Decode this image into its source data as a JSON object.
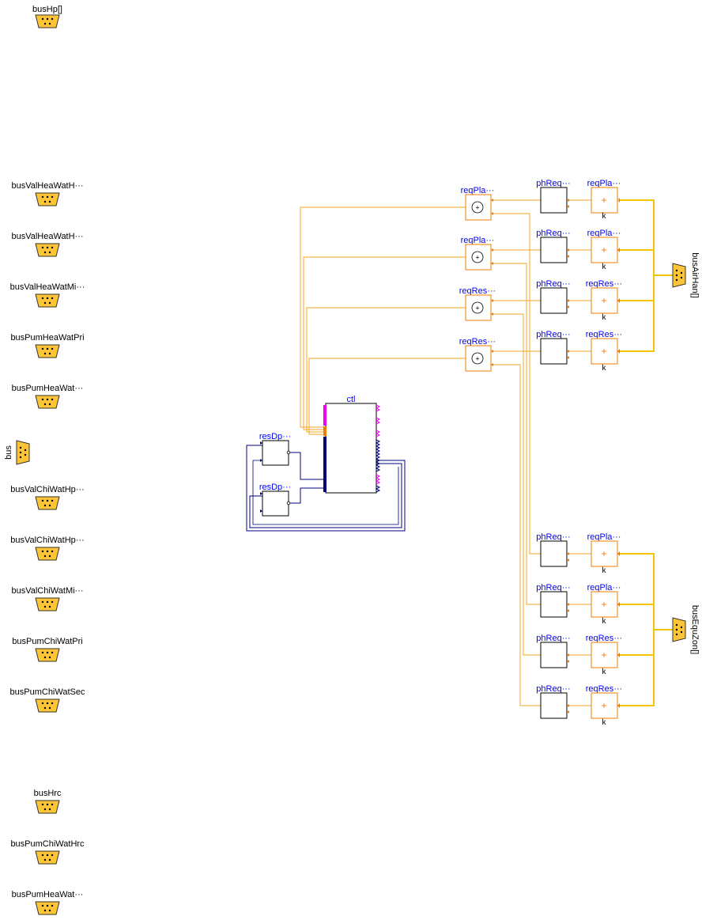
{
  "colors": {
    "bus_fill": "#fdc536",
    "bus_stroke": "#333333",
    "blue_label": "#0000ff",
    "orange": "#f07c00",
    "orange_light": "#f5a623",
    "yellow_bus_line": "#f5c400",
    "navy": "#00007f",
    "magenta": "#ee00ee",
    "block_stroke": "#000000"
  },
  "left_buses": [
    {
      "label": "busHp[]"
    },
    {
      "label": "busValHeaWatH···"
    },
    {
      "label": "busValHeaWatH···"
    },
    {
      "label": "busValHeaWatMi···"
    },
    {
      "label": "busPumHeaWatPri"
    },
    {
      "label": "busPumHeaWat···"
    },
    {
      "label": "bus"
    },
    {
      "label": "busValChiWatHp···"
    },
    {
      "label": "busValChiWatHp···"
    },
    {
      "label": "busValChiWatMi···"
    },
    {
      "label": "busPumChiWatPri"
    },
    {
      "label": "busPumChiWatSec"
    },
    {
      "label": "busHrc"
    },
    {
      "label": "busPumChiWatHrc"
    },
    {
      "label": "busPumHeaWat···"
    }
  ],
  "right_buses": [
    {
      "label": "busAirHan[]"
    },
    {
      "label": "busEquZon[]"
    }
  ],
  "controller": {
    "label": "ctl"
  },
  "reset_blocks": [
    {
      "label": "resDp···"
    },
    {
      "label": "resDp···"
    }
  ],
  "add_blocks": [
    {
      "label": "reqPla···",
      "symbol": "+"
    },
    {
      "label": "reqPla···",
      "symbol": "+"
    },
    {
      "label": "reqRes···",
      "symbol": "+"
    },
    {
      "label": "reqRes···",
      "symbol": "+"
    }
  ],
  "upper_rows": [
    {
      "phreq_label": "phReq···",
      "req_label": "reqPla···",
      "symbol": "+",
      "param": "k"
    },
    {
      "phreq_label": "phReq···",
      "req_label": "reqPla···",
      "symbol": "+",
      "param": "k"
    },
    {
      "phreq_label": "phReq···",
      "req_label": "reqRes···",
      "symbol": "+",
      "param": "k"
    },
    {
      "phreq_label": "phReq···",
      "req_label": "reqRes···",
      "symbol": "+",
      "param": "k"
    }
  ],
  "lower_rows": [
    {
      "phreq_label": "phReq···",
      "req_label": "reqPla···",
      "symbol": "+",
      "param": "k"
    },
    {
      "phreq_label": "phReq···",
      "req_label": "reqPla···",
      "symbol": "+",
      "param": "k"
    },
    {
      "phreq_label": "phReq···",
      "req_label": "reqRes···",
      "symbol": "+",
      "param": "k"
    },
    {
      "phreq_label": "phReq···",
      "req_label": "reqRes···",
      "symbol": "+",
      "param": "k"
    }
  ]
}
